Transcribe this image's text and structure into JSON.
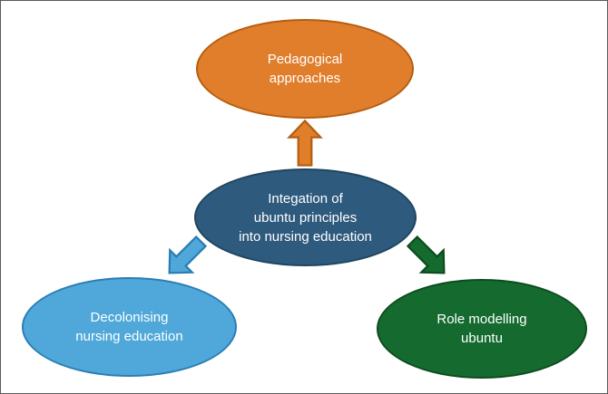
{
  "nodes": {
    "top": {
      "lines": [
        "Pedagogical",
        "approaches"
      ],
      "fill": "#E07E2C",
      "border": "#B55E10"
    },
    "center": {
      "lines": [
        "Integation of",
        "ubuntu principles",
        "into nursing education"
      ],
      "fill": "#2E5A7D",
      "border": "#1F4660"
    },
    "bottom_left": {
      "lines": [
        "Decolonising",
        "nursing education"
      ],
      "fill": "#4FA8D9",
      "border": "#2B7DB3"
    },
    "bottom_right": {
      "lines": [
        "Role modelling",
        "ubuntu"
      ],
      "fill": "#156B2F",
      "border": "#0C4C1F"
    }
  },
  "arrows": {
    "to_top": {
      "fill": "#E07E2C",
      "stroke": "#B55E10"
    },
    "to_bottom_left": {
      "fill": "#4FA8D9",
      "stroke": "#2B7DB3"
    },
    "to_bottom_right": {
      "fill": "#156B2F",
      "stroke": "#0C4C1F"
    }
  },
  "text_color": "#ffffff"
}
